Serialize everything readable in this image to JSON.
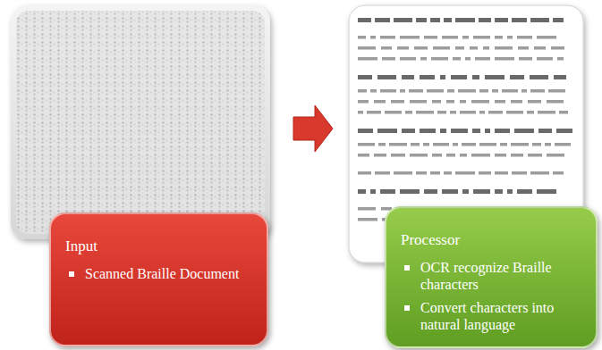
{
  "diagram": {
    "nodes": [
      {
        "text": [
          "Input",
          "Scanned Braille Document"
        ]
      },
      {
        "text": [
          "Processor",
          "OCR recognize Braille characters",
          "Convert characters into natural language"
        ]
      }
    ],
    "edges": [
      {
        "from": 0,
        "to": 1,
        "arrow": "to"
      }
    ]
  }
}
